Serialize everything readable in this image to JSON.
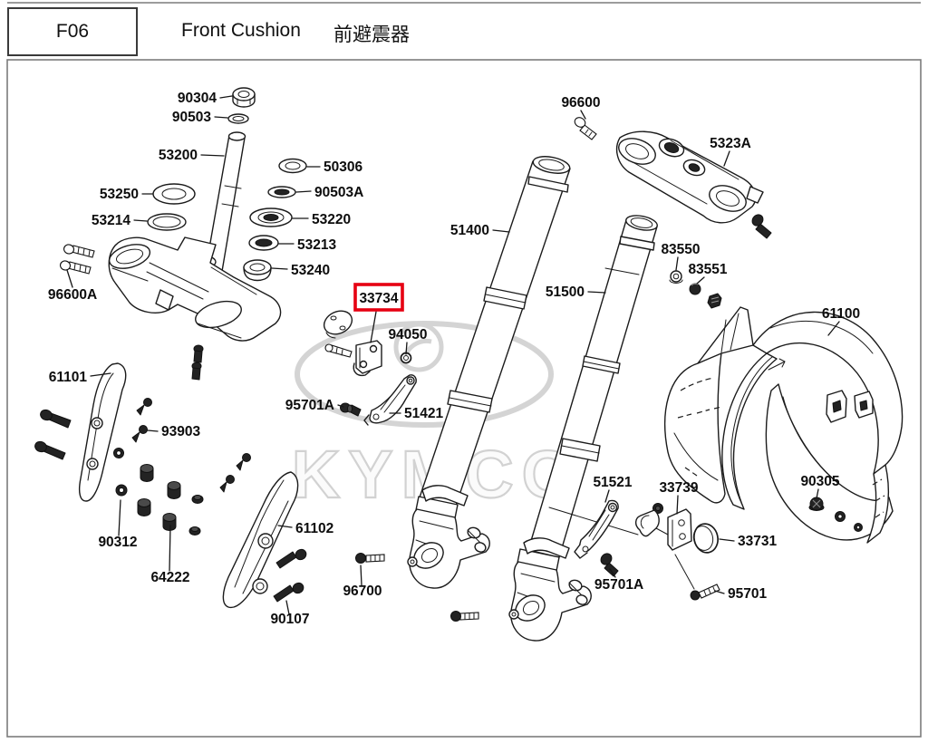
{
  "header": {
    "code": "F06",
    "title_en": "Front Cushion",
    "title_zh": "前避震器"
  },
  "watermark": {
    "brand": "KYMCO"
  },
  "highlight": {
    "part_no": "33734",
    "box_color": "#e60012"
  },
  "labels": [
    {
      "text": "90304"
    },
    {
      "text": "90503"
    },
    {
      "text": "53200"
    },
    {
      "text": "50306"
    },
    {
      "text": "90503A"
    },
    {
      "text": "53250"
    },
    {
      "text": "53220"
    },
    {
      "text": "53214"
    },
    {
      "text": "53213"
    },
    {
      "text": "53240"
    },
    {
      "text": "96600A"
    },
    {
      "text": "61101"
    },
    {
      "text": "93903"
    },
    {
      "text": "90312"
    },
    {
      "text": "64222"
    },
    {
      "text": "61102"
    },
    {
      "text": "90107"
    },
    {
      "text": "96700"
    },
    {
      "text": "33734"
    },
    {
      "text": "94050"
    },
    {
      "text": "95701A"
    },
    {
      "text": "51421"
    },
    {
      "text": "51400"
    },
    {
      "text": "51500"
    },
    {
      "text": "96600"
    },
    {
      "text": "5323A"
    },
    {
      "text": "83550"
    },
    {
      "text": "83551"
    },
    {
      "text": "61100"
    },
    {
      "text": "90305"
    },
    {
      "text": "51521"
    },
    {
      "text": "33739"
    },
    {
      "text": "33731"
    },
    {
      "text": "95701A"
    },
    {
      "text": "95701"
    }
  ]
}
